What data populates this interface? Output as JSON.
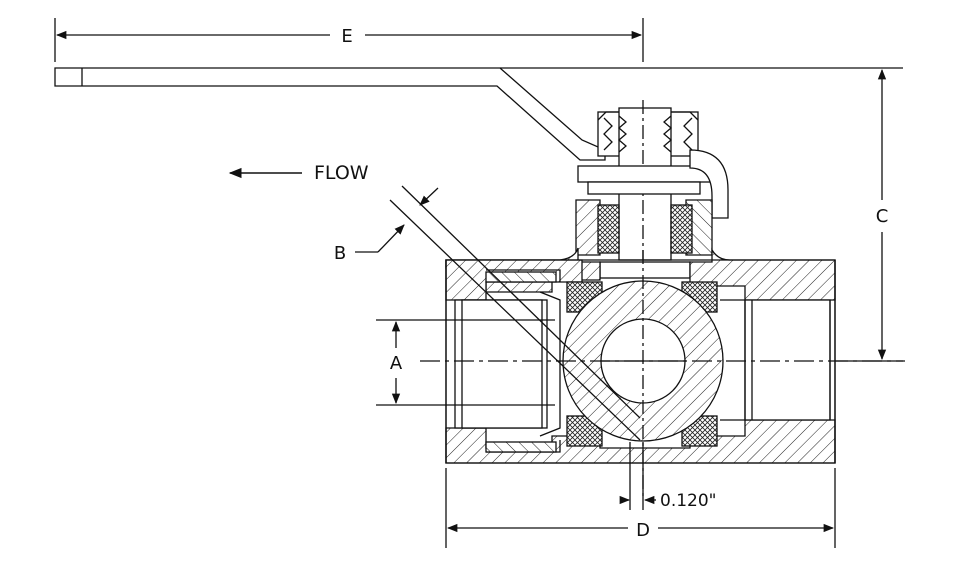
{
  "diagram": {
    "labels": {
      "E": "E",
      "C": "C",
      "B": "B",
      "A": "A",
      "D": "D",
      "flow": "FLOW",
      "gap": "0.120\""
    },
    "colors": {
      "line": "#111111",
      "background": "#ffffff"
    }
  }
}
